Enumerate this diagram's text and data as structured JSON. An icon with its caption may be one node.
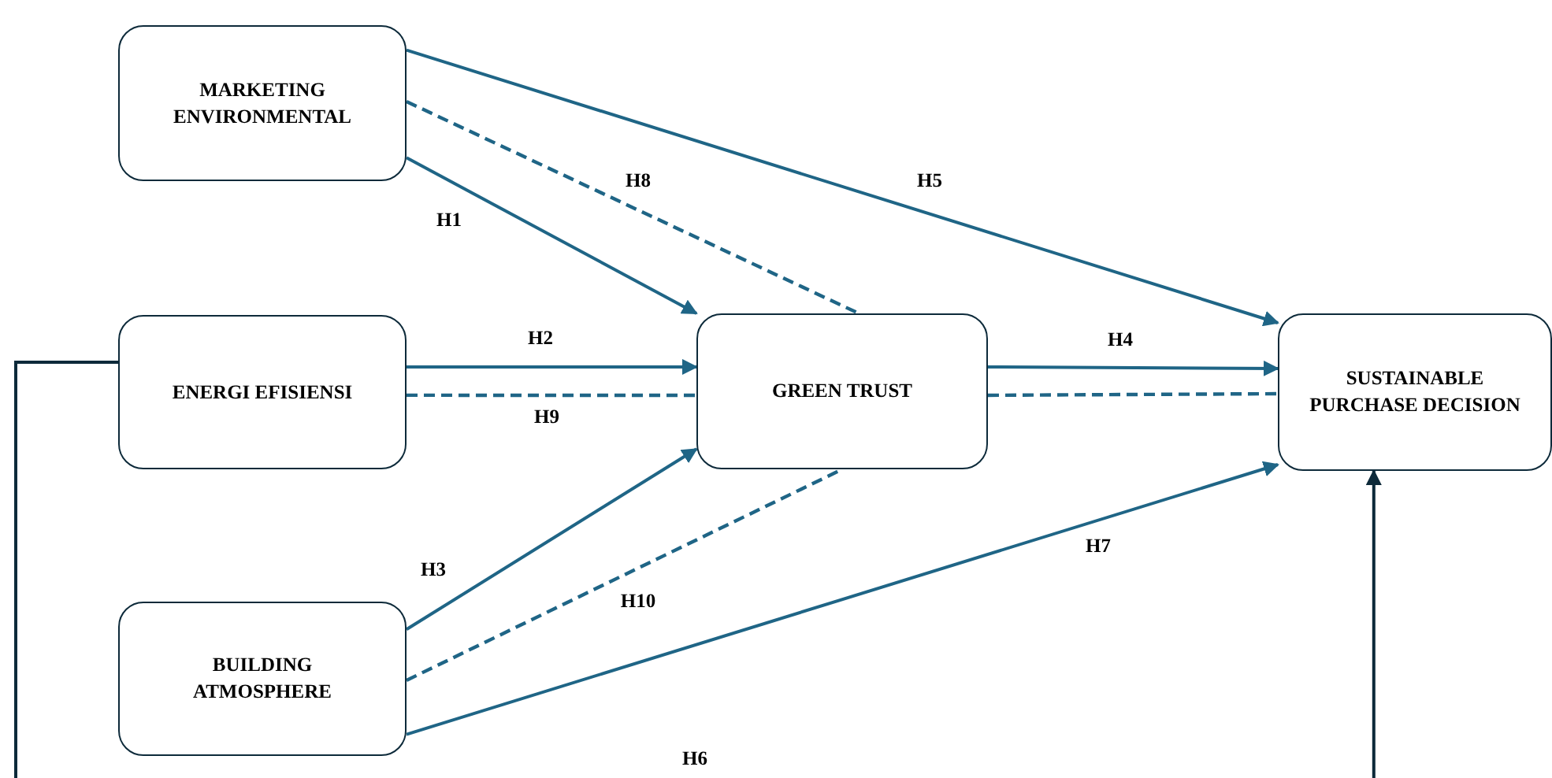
{
  "diagram": {
    "nodes": [
      {
        "text": [
          "MARKETING ENVIRONMENTAL"
        ]
      },
      {
        "text": [
          "ENERGI EFISIENSI"
        ]
      },
      {
        "text": [
          "GREEN TRUST"
        ]
      },
      {
        "text": [
          "BUILDING ATMOSPHERE"
        ]
      },
      {
        "text": [
          "SUSTAINABLE PURCHASE DECISION"
        ]
      }
    ],
    "edges": [
      {
        "from": 0,
        "to": 4,
        "arrow": "to",
        "label": "H5"
      },
      {
        "from": 0,
        "to": 2,
        "arrow": "none",
        "label": "H8",
        "style": "dashed"
      },
      {
        "from": 0,
        "to": 2,
        "arrow": "to",
        "label": "H1"
      },
      {
        "from": 1,
        "to": 2,
        "arrow": "to",
        "label": "H2"
      },
      {
        "from": 1,
        "to": 2,
        "arrow": "none",
        "label": "H9",
        "style": "dashed"
      },
      {
        "from": 2,
        "to": 4,
        "arrow": "to",
        "label": "H4"
      },
      {
        "from": 2,
        "to": 4,
        "arrow": "none",
        "style": "dashed"
      },
      {
        "from": 3,
        "to": 2,
        "arrow": "to",
        "label": "H3"
      },
      {
        "from": 3,
        "to": 2,
        "arrow": "none",
        "label": "H10",
        "style": "dashed"
      },
      {
        "from": 3,
        "to": 4,
        "arrow": "to",
        "label": "H7"
      },
      {
        "from": 1,
        "to": 4,
        "arrow": "to",
        "label": "H6",
        "color": "#0d2a3a"
      }
    ]
  }
}
